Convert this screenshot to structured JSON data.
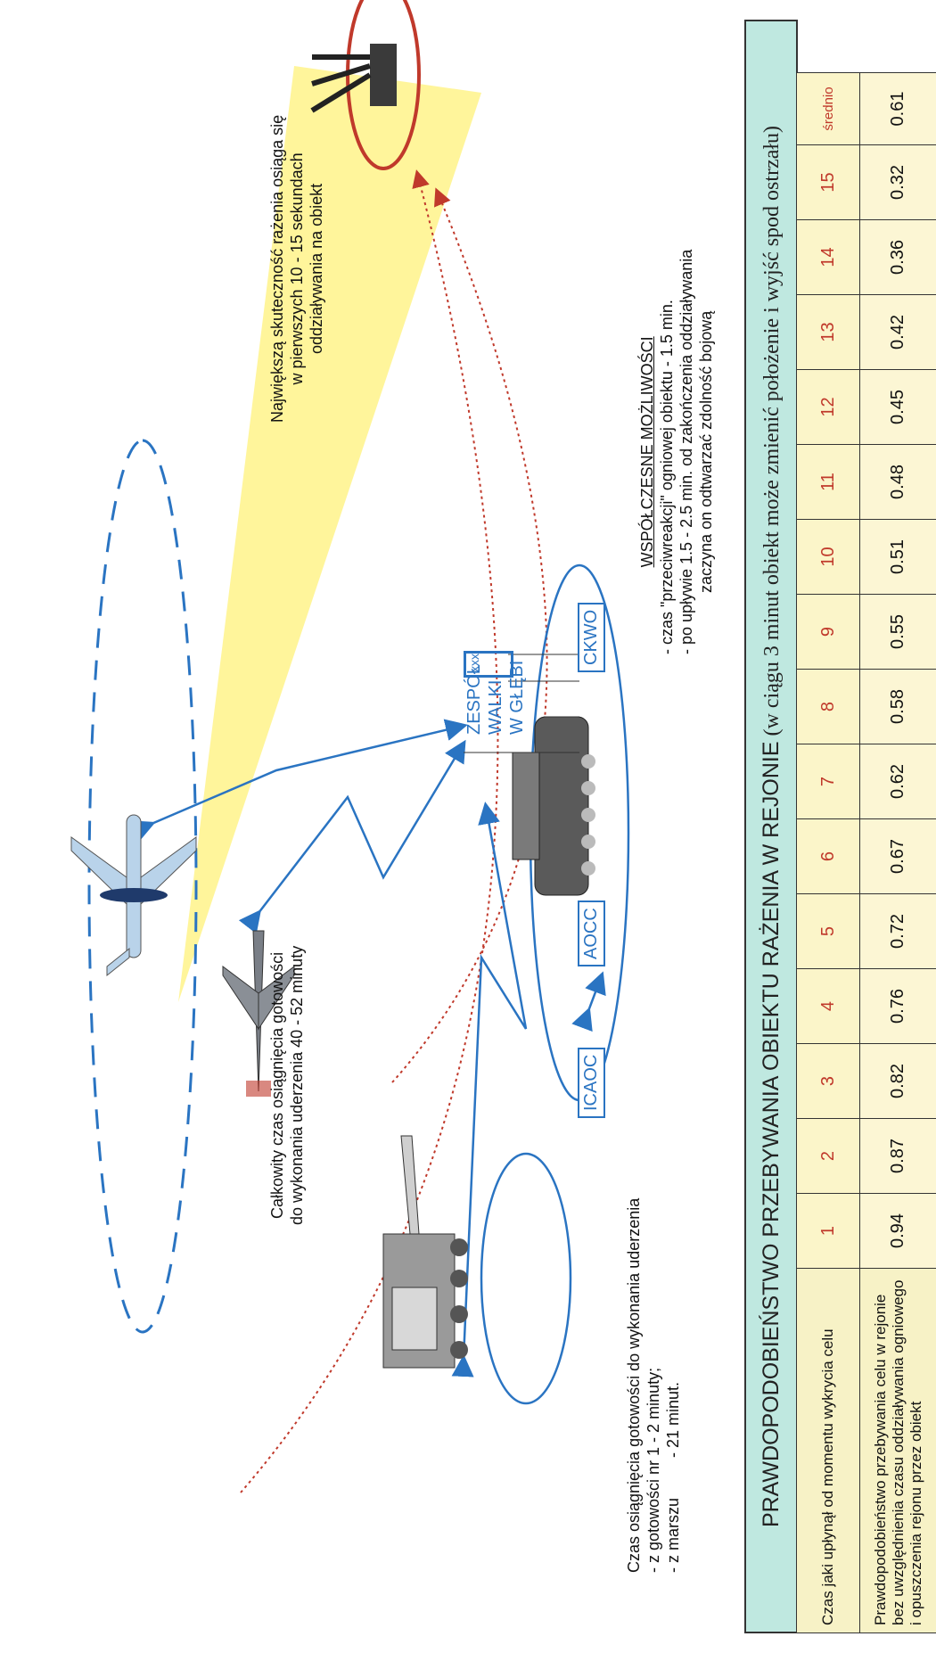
{
  "annotations": {
    "top_right_l1": "Największą skuteczność rażenia osiąga się",
    "top_right_l2": "w pierwszych 10 - 15 sekundach",
    "top_right_l3": "oddziaływania na obiekt",
    "fighter_l1": "Całkowity czas osiągnięcia gotowości",
    "fighter_l2": "do wykonania uderzenia 40 - 52 minuty",
    "launcher_l1": "Czas osiągnięcia gotowości do wykonania  uderzenia",
    "launcher_l2": "- z gotowości nr 1 - 2 minuty;",
    "launcher_l3": "- z marszu         - 21 minut.",
    "capab_title": "WSPÓŁCZESNE MOŻLIWOŚCI",
    "capab_l1": "- czas \"przeciwreakcji\" ogniowej obiektu - 1.5 min.",
    "capab_l2": "- po upływie 1.5 - 2.5 min. od zakończenia oddziaływania",
    "capab_l3": "zaczyna on odtwarzać zdolność bojową"
  },
  "labels": {
    "icaoc": "ICAOC",
    "aocc": "AOCC",
    "ckwo": "CKWO",
    "unit_echelon": "xxx",
    "unit_l1": "ZESPÓŁ",
    "unit_l2": "WALKI",
    "unit_l3": "W GŁĘBI"
  },
  "colors": {
    "arrow_blue": "#2a74c2",
    "dotted_red": "#c0392b",
    "beam_yellow": "#fff27a",
    "table_header": "#bfe8e0",
    "table_cells": "#fcf6d4"
  },
  "table": {
    "title_big": "PRAWDOPODOBIEŃSTWO PRZEBYWANIA OBIEKTU RAŻENIA W REJONIE",
    "title_small": "(w ciągu 3 minut obiekt może zmienić położenie i wyjść spod ostrzału)",
    "row1_label": "Czas jaki upłynął od momentu wykrycia celu",
    "row2_label_l1": "Prawdopodobieństwo przebywania celu w rejonie",
    "row2_label_l2": "bez uwzględnienia czasu oddziaływania ogniowego",
    "row2_label_l3": "i opuszczenia rejonu przez obiekt",
    "headers": [
      "1",
      "2",
      "3",
      "4",
      "5",
      "6",
      "7",
      "8",
      "9",
      "10",
      "11",
      "12",
      "13",
      "14",
      "15",
      "średnio"
    ],
    "values": [
      "0.94",
      "0.87",
      "0.82",
      "0.76",
      "0.72",
      "0.67",
      "0.62",
      "0.58",
      "0.55",
      "0.51",
      "0.48",
      "0.45",
      "0.42",
      "0.36",
      "0.32",
      "0.61"
    ]
  }
}
